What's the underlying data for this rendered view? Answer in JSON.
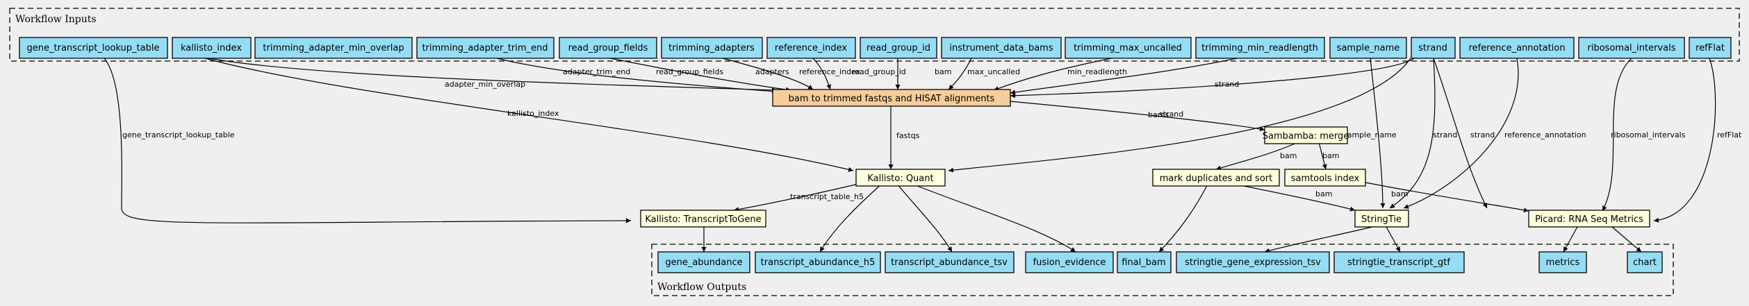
{
  "clusters": {
    "inputs": "Workflow Inputs",
    "outputs": "Workflow Outputs"
  },
  "colors": {
    "background": "#efefef",
    "io_node": "#94ddf4",
    "process_node": "#ffffdd",
    "main_process_node": "#f7cd99",
    "stroke": "#000000"
  },
  "inputs": {
    "gene_transcript_lookup_table": "gene_transcript_lookup_table",
    "kallisto_index": "kallisto_index",
    "trimming_adapter_min_overlap": "trimming_adapter_min_overlap",
    "trimming_adapter_trim_end": "trimming_adapter_trim_end",
    "read_group_fields": "read_group_fields",
    "trimming_adapters": "trimming_adapters",
    "reference_index": "reference_index",
    "read_group_id": "read_group_id",
    "instrument_data_bams": "instrument_data_bams",
    "trimming_max_uncalled": "trimming_max_uncalled",
    "trimming_min_readlength": "trimming_min_readlength",
    "sample_name": "sample_name",
    "strand": "strand",
    "reference_annotation": "reference_annotation",
    "ribosomal_intervals": "ribosomal_intervals",
    "refFlat": "refFlat"
  },
  "steps": {
    "bam_to_fastqs": "bam to trimmed fastqs and HISAT alignments",
    "sambamba_merge": "Sambamba: merge",
    "kallisto_quant": "Kallisto: Quant",
    "mark_duplicates": "mark duplicates and sort",
    "samtools_index": "samtools index",
    "transcript_to_gene": "Kallisto: TranscriptToGene",
    "stringtie": "StringTie",
    "picard_rnaseq": "Picard: RNA Seq Metrics"
  },
  "outputs": {
    "gene_abundance": "gene_abundance",
    "transcript_abundance_h5": "transcript_abundance_h5",
    "transcript_abundance_tsv": "transcript_abundance_tsv",
    "fusion_evidence": "fusion_evidence",
    "final_bam": "final_bam",
    "stringtie_gene_expression_tsv": "stringtie_gene_expression_tsv",
    "stringtie_transcript_gtf": "stringtie_transcript_gtf",
    "metrics": "metrics",
    "chart": "chart"
  },
  "edge_labels": {
    "adapter_min_overlap": "adapter_min_overlap",
    "adapter_trim_end": "adapter_trim_end",
    "read_group_fields": "read_group_fields",
    "adapters": "adapters",
    "reference_index": "reference_index",
    "read_group_id": "read_group_id",
    "bam": "bam",
    "max_uncalled": "max_uncalled",
    "min_readlength": "min_readlength",
    "strand_main": "strand",
    "kallisto_index": "kallisto_index",
    "gene_transcript_lookup_table": "gene_transcript_lookup_table",
    "bams": "bams",
    "fastqs": "fastqs",
    "strand_kallisto": "strand",
    "sample_name": "sample_name",
    "strand_stringtie": "strand",
    "strand_picard": "strand",
    "reference_annotation": "reference_annotation",
    "ribosomal_intervals": "ribosomal_intervals",
    "refFlat": "refFlat",
    "bam_markdup": "bam",
    "bam_samtools": "bam",
    "bam_picard": "bam",
    "bam_stringtie": "bam",
    "transcript_table_h5": "transcript_table_h5"
  }
}
